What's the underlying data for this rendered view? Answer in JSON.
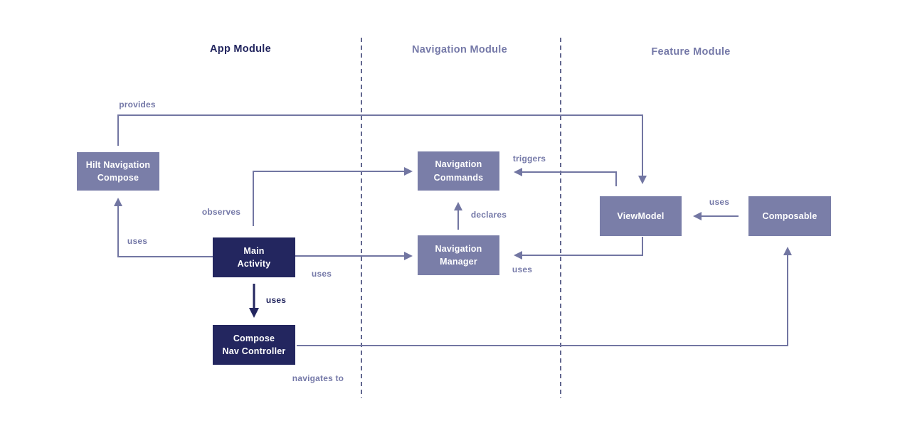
{
  "colors": {
    "background": "#ffffff",
    "navy": "#23265f",
    "purple_box": "#7a7ea8",
    "line": "#7276a2",
    "label": "#7579a8",
    "divider": "#62678f",
    "module_title_purple": "#7579a8"
  },
  "modules": {
    "app": {
      "title": "App Module"
    },
    "navigation": {
      "title": "Navigation Module"
    },
    "feature": {
      "title": "Feature Module"
    }
  },
  "nodes": {
    "hilt_navigation_compose": {
      "lines": [
        "Hilt Navigation",
        "Compose"
      ]
    },
    "main_activity": {
      "lines": [
        "Main",
        "Activity"
      ]
    },
    "compose_nav_controller": {
      "lines": [
        "Compose",
        "Nav Controller"
      ]
    },
    "navigation_commands": {
      "lines": [
        "Navigation",
        "Commands"
      ]
    },
    "navigation_manager": {
      "lines": [
        "Navigation",
        "Manager"
      ]
    },
    "viewmodel": {
      "lines": [
        "ViewModel"
      ]
    },
    "composable": {
      "lines": [
        "Composable"
      ]
    }
  },
  "edges": {
    "provides": {
      "label": "provides"
    },
    "uses_main_to_hilt": {
      "label": "uses"
    },
    "observes": {
      "label": "observes"
    },
    "uses_main_to_manager": {
      "label": "uses"
    },
    "uses_main_to_controller": {
      "label": "uses"
    },
    "declares": {
      "label": "declares"
    },
    "triggers": {
      "label": "triggers"
    },
    "uses_viewmodel_to_manager": {
      "label": "uses"
    },
    "uses_composable_to_viewmodel": {
      "label": "uses"
    },
    "navigates_to": {
      "label": "navigates to"
    }
  }
}
